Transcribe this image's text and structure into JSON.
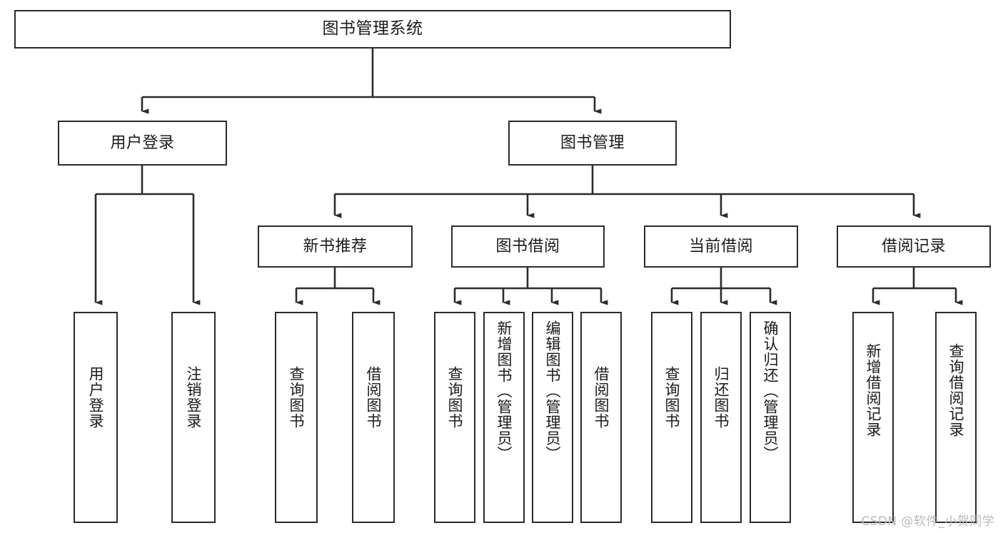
{
  "diagram": {
    "type": "tree-hierarchy",
    "title": "图书管理系统",
    "watermark": "CSDN @软件_小贺同学",
    "colors": {
      "stroke": "#2b2b2b",
      "fill": "#ffffff",
      "text": "#1a1a1a",
      "watermark": "#b9b9b9"
    },
    "levels": {
      "root": {
        "label": "图书管理系统"
      },
      "level2": [
        {
          "id": "user-login",
          "label": "用户登录"
        },
        {
          "id": "book-manage",
          "label": "图书管理"
        }
      ],
      "level3": [
        {
          "id": "new-book-rec",
          "label": "新书推荐"
        },
        {
          "id": "book-borrow",
          "label": "图书借阅"
        },
        {
          "id": "current-borrow",
          "label": "当前借阅"
        },
        {
          "id": "borrow-record",
          "label": "借阅记录"
        }
      ],
      "leaves": {
        "user-login": [
          {
            "id": "leaf-user-login",
            "label": "用户登录"
          },
          {
            "id": "leaf-logout-login",
            "label": "注销登录"
          }
        ],
        "new-book-rec": [
          {
            "id": "leaf-query-book-1",
            "label": "查询图书"
          },
          {
            "id": "leaf-borrow-book-1",
            "label": "借阅图书"
          }
        ],
        "book-borrow": [
          {
            "id": "leaf-query-book-2",
            "label": "查询图书"
          },
          {
            "id": "leaf-add-book",
            "label": "新增图书（管理员）"
          },
          {
            "id": "leaf-edit-book",
            "label": "编辑图书（管理员）"
          },
          {
            "id": "leaf-borrow-book-2",
            "label": "借阅图书"
          }
        ],
        "current-borrow": [
          {
            "id": "leaf-query-book-3",
            "label": "查询图书"
          },
          {
            "id": "leaf-return-book",
            "label": "归还图书"
          },
          {
            "id": "leaf-confirm-return",
            "label": "确认归还（管理员）"
          }
        ],
        "borrow-record": [
          {
            "id": "leaf-add-record",
            "label": "新增借阅记录"
          },
          {
            "id": "leaf-query-record",
            "label": "查询借阅记录"
          }
        ]
      }
    },
    "edges": [
      {
        "from": "图书管理系统",
        "to": "用户登录"
      },
      {
        "from": "图书管理系统",
        "to": "图书管理"
      },
      {
        "from": "用户登录",
        "to": "用户登录"
      },
      {
        "from": "用户登录",
        "to": "注销登录"
      },
      {
        "from": "图书管理",
        "to": "新书推荐"
      },
      {
        "from": "图书管理",
        "to": "图书借阅"
      },
      {
        "from": "图书管理",
        "to": "当前借阅"
      },
      {
        "from": "图书管理",
        "to": "借阅记录"
      },
      {
        "from": "新书推荐",
        "to": "查询图书"
      },
      {
        "from": "新书推荐",
        "to": "借阅图书"
      },
      {
        "from": "图书借阅",
        "to": "查询图书"
      },
      {
        "from": "图书借阅",
        "to": "新增图书（管理员）"
      },
      {
        "from": "图书借阅",
        "to": "编辑图书（管理员）"
      },
      {
        "from": "图书借阅",
        "to": "借阅图书"
      },
      {
        "from": "当前借阅",
        "to": "查询图书"
      },
      {
        "from": "当前借阅",
        "to": "归还图书"
      },
      {
        "from": "当前借阅",
        "to": "确认归还（管理员）"
      },
      {
        "from": "借阅记录",
        "to": "新增借阅记录"
      },
      {
        "from": "借阅记录",
        "to": "查询借阅记录"
      }
    ]
  }
}
